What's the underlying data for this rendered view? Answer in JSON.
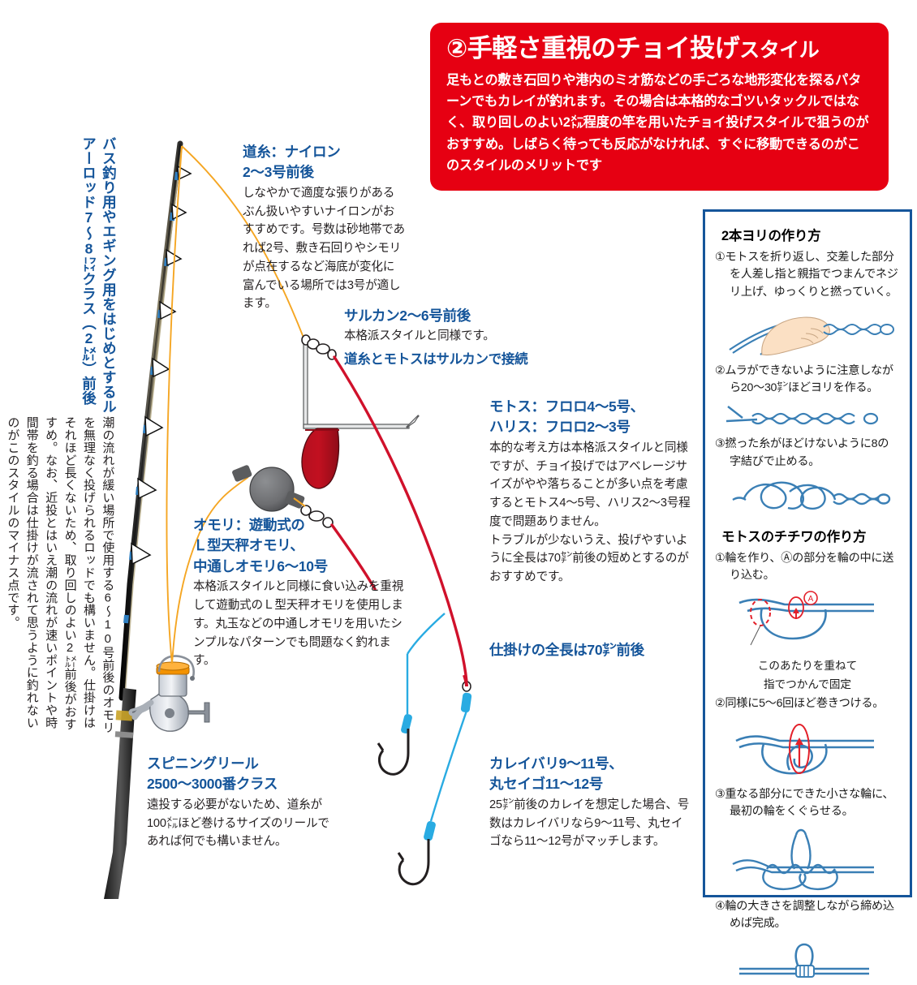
{
  "banner": {
    "title_main": "②手軽さ重視のチョイ投げ",
    "title_suffix": "スタイル",
    "body": "足もとの敷き石回りや港内のミオ筋などの手ごろな地形変化を探るパターンでもカレイが釣れます。その場合は本格的なゴツいタックルではなく、取り回しのよい2㍍程度の竿を用いたチョイ投げスタイルで狙うのがおすすめ。しばらく待っても反応がなければ、すぐに移動できるのがこのスタイルのメリットです",
    "bg_color": "#e60012",
    "text_color": "#ffffff"
  },
  "left_column": {
    "title": "バス釣り用やエギング用をはじめとするルアーロッド7〜8㌳クラス（2㍍）前後",
    "body": "潮の流れが緩い場所で使用する6〜10号前後のオモリを無理なく投げられるロッドでも構いません。仕掛けはそれほど長くないため、取り回しのよい2㍍前後がおすすめ。なお、近投とはいえ潮の流れが速いポイントや時間帯を釣る場合は仕掛けが流されて思うように釣れないのがこのスタイルのマイナス点です。"
  },
  "callouts": {
    "line": {
      "heading": "道糸：ナイロン\n2〜3号前後",
      "heading_line1": "道糸：ナイロン",
      "heading_line2": "2〜3号前後",
      "body": "しなやかで適度な張りがあるぶん扱いやすいナイロンがおすすめです。号数は砂地帯であれば2号、敷き石回りやシモリが点在するなど海底が変化に富んでいる場所では3号が適します。"
    },
    "swivel": {
      "heading": "サルカン2〜6号前後",
      "body": "本格派スタイルと同様です。",
      "sub_heading": "道糸とモトスはサルカンで接続"
    },
    "sinker": {
      "heading_line1": "オモリ：遊動式の",
      "heading_line2": "Ｌ型天秤オモリ、",
      "heading_line3": "中通しオモリ6〜10号",
      "body": "本格派スタイルと同様に食い込みを重視して遊動式のＬ型天秤オモリを使用します。丸玉などの中通しオモリを用いたシンプルなパターンでも問題なく釣れます。"
    },
    "motosu": {
      "heading_line1": "モトス：フロロ4〜5号、",
      "heading_line2": "ハリス：フロロ2〜3号",
      "body": "本的な考え方は本格派スタイルと同様ですが、チョイ投げではアベレージサイズがやや落ちることが多い点を考慮するとモトス4〜5号、ハリス2〜3号程度で問題ありません。\nトラブルが少ないうえ、投げやすいように全長は70㌢前後の短めとするのがおすすめです。",
      "body_p1": "本的な考え方は本格派スタイルと同様ですが、チョイ投げではアベレージサイズがやや落ちることが多い点を考慮するとモトス4〜5号、ハリス2〜3号程度で問題ありません。",
      "body_p2": "トラブルが少ないうえ、投げやすいように全長は70㌢前後の短めとするのがおすすめです。"
    },
    "total_length": {
      "heading": "仕掛けの全長は70㌢前後"
    },
    "reel": {
      "heading_line1": "スピニングリール",
      "heading_line2": "2500〜3000番クラス",
      "body": "遠投する必要がないため、道糸が100㍍ほど巻けるサイズのリールであれば何でも構いません。"
    },
    "hooks": {
      "heading_line1": "カレイバリ9〜11号、",
      "heading_line2": "丸セイゴ11〜12号",
      "body": "25㌢前後のカレイを想定した場合、号数はカレイバリなら9〜11号、丸セイゴなら11〜12号がマッチします。"
    }
  },
  "side_panel": {
    "border_color": "#15559a",
    "section1": {
      "title": "2本ヨリの作り方",
      "steps": [
        {
          "num": "①",
          "text": "モトスを折り返し、交差した部分を人差し指と親指でつまんでネジリ上げ、ゆっくりと撚っていく。"
        },
        {
          "num": "②",
          "text": "ムラができないように注意しながら20〜30㌢ほどヨリを作る。"
        },
        {
          "num": "③",
          "text": "撚った糸がほどけないように8の字結びで止める。"
        }
      ]
    },
    "section2": {
      "title": "モトスのチチワの作り方",
      "steps": [
        {
          "num": "①",
          "text": "輪を作り、Ⓐの部分を輪の中に送り込む。"
        },
        {
          "num": "②",
          "text": "同様に5〜6回ほど巻きつける。"
        },
        {
          "num": "③",
          "text": "重なる部分にできた小さな輪に、最初の輪をくぐらせる。"
        },
        {
          "num": "④",
          "text": "輪の大きさを調整しながら締め込めば完成。"
        }
      ],
      "annotation_line1": "このあたりを重ねて",
      "annotation_line2": "指でつかんで固定",
      "marker_label": "Ⓐ"
    }
  },
  "colors": {
    "accent_blue": "#15559a",
    "line_orange": "#f5a623",
    "motosu_red": "#d0112b",
    "harisu_blue": "#29abe2",
    "sinker_gray": "#6d6e71",
    "rod_dark": "#1a1a1a"
  }
}
